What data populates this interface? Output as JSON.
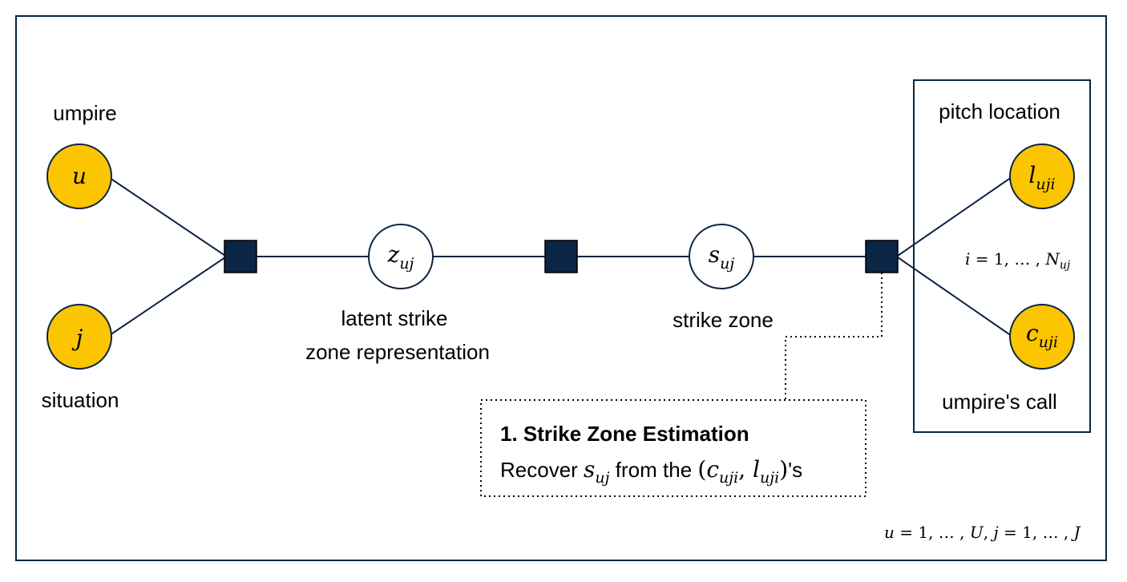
{
  "nodes": {
    "u": {
      "symbol": "u",
      "label": "umpire"
    },
    "j": {
      "symbol": "j",
      "label": "situation"
    },
    "z": {
      "symbol": "z",
      "sub": "uj",
      "label_line1": "latent strike",
      "label_line2": "zone representation"
    },
    "s": {
      "symbol": "s",
      "sub": "uj",
      "label": "strike zone"
    },
    "l": {
      "symbol": "l",
      "sub": "uji"
    },
    "c": {
      "symbol": "c",
      "sub": "uji"
    }
  },
  "plate_inner": {
    "title_top": "pitch location",
    "title_bottom": "umpire's call",
    "index_var": "i",
    "index_eq": " = 1,  … , ",
    "index_N": "N",
    "index_N_sub": "uj"
  },
  "plate_outer": {
    "u_var": "u",
    "eq1": " = 1,  … , ",
    "U": "U",
    "comma": ", ",
    "j_var": "j",
    "eq2": " = 1,  … , ",
    "J": "J"
  },
  "callout": {
    "title": "1. Strike Zone Estimation",
    "text_recover": "Recover ",
    "s_var": "s",
    "s_sub": "uj",
    "text_from": " from the ",
    "open_paren": "(",
    "c_var": "c",
    "c_sub": "uji",
    "sep": ", ",
    "l_var": "l",
    "l_sub": "uji",
    "close_paren": ")",
    "tail": "'s"
  },
  "colors": {
    "observed_fill": "#fcc501",
    "factor_fill": "#0b2545",
    "edge": "#0b2545"
  }
}
